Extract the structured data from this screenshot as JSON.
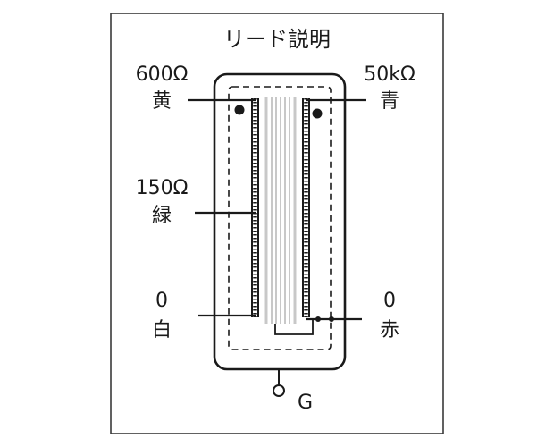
{
  "title": "リード説明",
  "leads": {
    "p600": {
      "value": "600Ω",
      "color": "黄"
    },
    "p150": {
      "value": "150Ω",
      "color": "緑"
    },
    "p0": {
      "value": "0",
      "color": "白"
    },
    "s50k": {
      "value": "50kΩ",
      "color": "青"
    },
    "s0": {
      "value": "0",
      "color": "赤"
    }
  },
  "ground": {
    "label": "G"
  },
  "colors": {
    "ink": "#1a1a1a",
    "frame": "#3a3a3a",
    "core": "#c8c8c8",
    "background": "#ffffff"
  },
  "icons": {
    "ground_terminal": "ground-terminal-icon",
    "polarity_dot": "polarity-dot-icon",
    "coil": "coil-winding-icon"
  }
}
